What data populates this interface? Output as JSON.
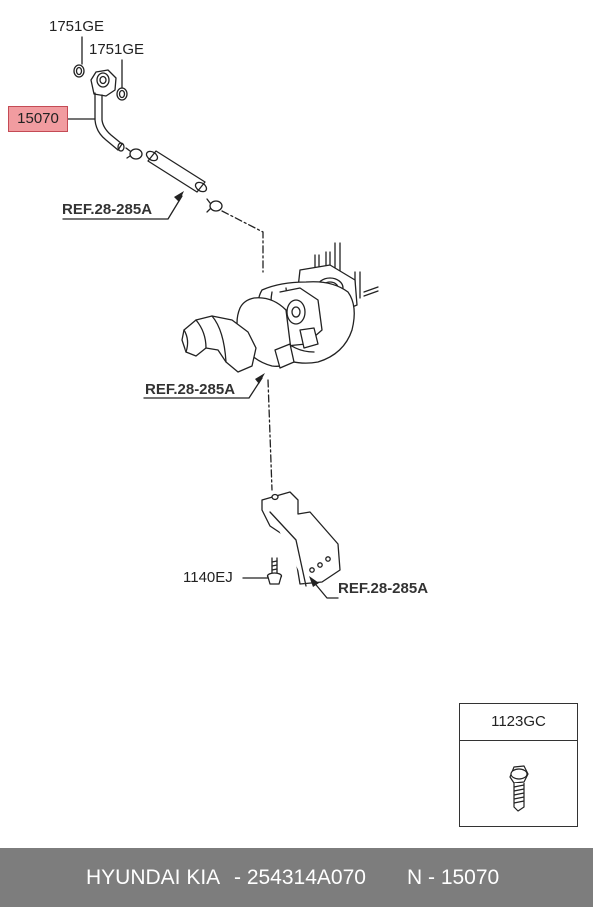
{
  "labels": {
    "oring_top": "1751GE",
    "oring_right": "1751GE",
    "pipe_highlighted": "15070",
    "ref_hose": "REF.28-285A",
    "ref_turbo": "REF.28-285A",
    "bolt": "1140EJ",
    "ref_bracket": "REF.28-285A"
  },
  "inset": {
    "part_number": "1123GC"
  },
  "footer": {
    "brand": "HYUNDAI  KIA",
    "part_code": "- 254314A070",
    "ref": "N - 15070"
  },
  "colors": {
    "highlight_fill": "#f19ca0",
    "highlight_border": "#c44b55",
    "footer_bg": "#7d7d7d",
    "footer_text": "#ffffff"
  }
}
